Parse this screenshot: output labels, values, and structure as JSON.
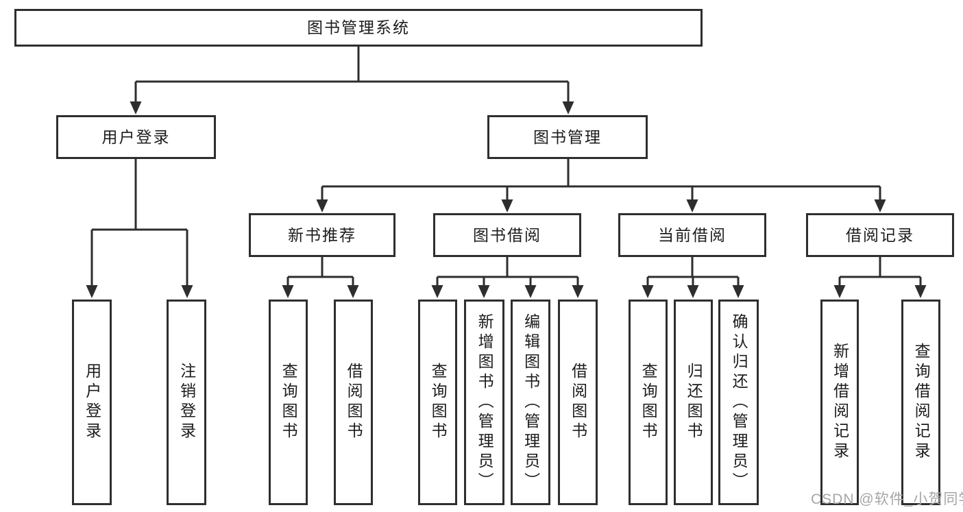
{
  "tree": {
    "root": {
      "label": "图书管理系统",
      "children": [
        {
          "label": "用户登录",
          "children": [
            {
              "label": "用户登录"
            },
            {
              "label": "注销登录"
            }
          ]
        },
        {
          "label": "图书管理",
          "children": [
            {
              "label": "新书推荐",
              "children": [
                {
                  "label": "查询图书"
                },
                {
                  "label": "借阅图书"
                }
              ]
            },
            {
              "label": "图书借阅",
              "children": [
                {
                  "label": "查询图书"
                },
                {
                  "label": "新增图书（管理员）"
                },
                {
                  "label": "编辑图书（管理员）"
                },
                {
                  "label": "借阅图书"
                }
              ]
            },
            {
              "label": "当前借阅",
              "children": [
                {
                  "label": "查询图书"
                },
                {
                  "label": "归还图书"
                },
                {
                  "label": "确认归还（管理员）"
                }
              ]
            },
            {
              "label": "借阅记录",
              "children": [
                {
                  "label": "新增借阅记录"
                },
                {
                  "label": "查询借阅记录"
                }
              ]
            }
          ]
        }
      ]
    }
  },
  "watermark": {
    "text": "CSDN @软件_小贺同学"
  },
  "colors": {
    "line": "#2e2e2e",
    "text": "#1c1c1c",
    "watermark": "#a6a6a6",
    "background": "#ffffff"
  }
}
